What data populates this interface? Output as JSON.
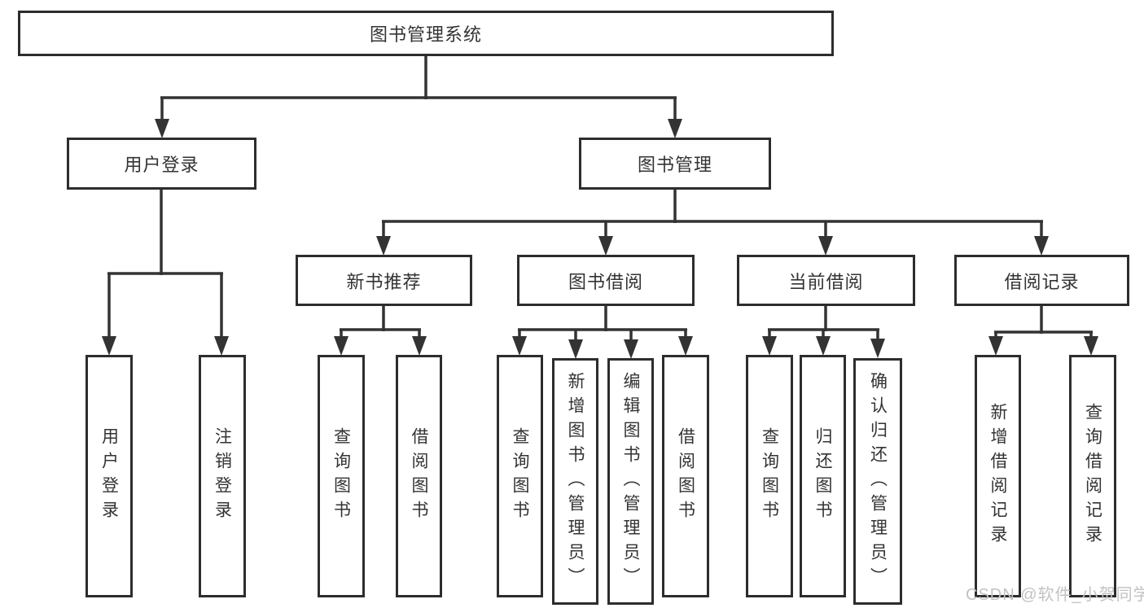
{
  "diagram": {
    "root": {
      "label": "图书管理系统",
      "children": [
        {
          "label": "用户登录",
          "children": [
            {
              "label": "用户登录"
            },
            {
              "label": "注销登录"
            }
          ]
        },
        {
          "label": "图书管理",
          "children": [
            {
              "label": "新书推荐",
              "children": [
                {
                  "label": "查询图书"
                },
                {
                  "label": "借阅图书"
                }
              ]
            },
            {
              "label": "图书借阅",
              "children": [
                {
                  "label": "查询图书"
                },
                {
                  "label": "新增图书（管理员）"
                },
                {
                  "label": "编辑图书（管理员）"
                },
                {
                  "label": "借阅图书"
                }
              ]
            },
            {
              "label": "当前借阅",
              "children": [
                {
                  "label": "查询图书"
                },
                {
                  "label": "归还图书"
                },
                {
                  "label": "确认归还（管理员）"
                }
              ]
            },
            {
              "label": "借阅记录",
              "children": [
                {
                  "label": "新增借阅记录"
                },
                {
                  "label": "查询借阅记录"
                }
              ]
            }
          ]
        }
      ]
    }
  },
  "watermark": {
    "text": "CSDN @软件_小贺同学"
  },
  "colors": {
    "line": "#333333",
    "border": "#2d2d2d",
    "text": "#333333",
    "watermark": "#c2c2c2",
    "background": "#ffffff"
  }
}
